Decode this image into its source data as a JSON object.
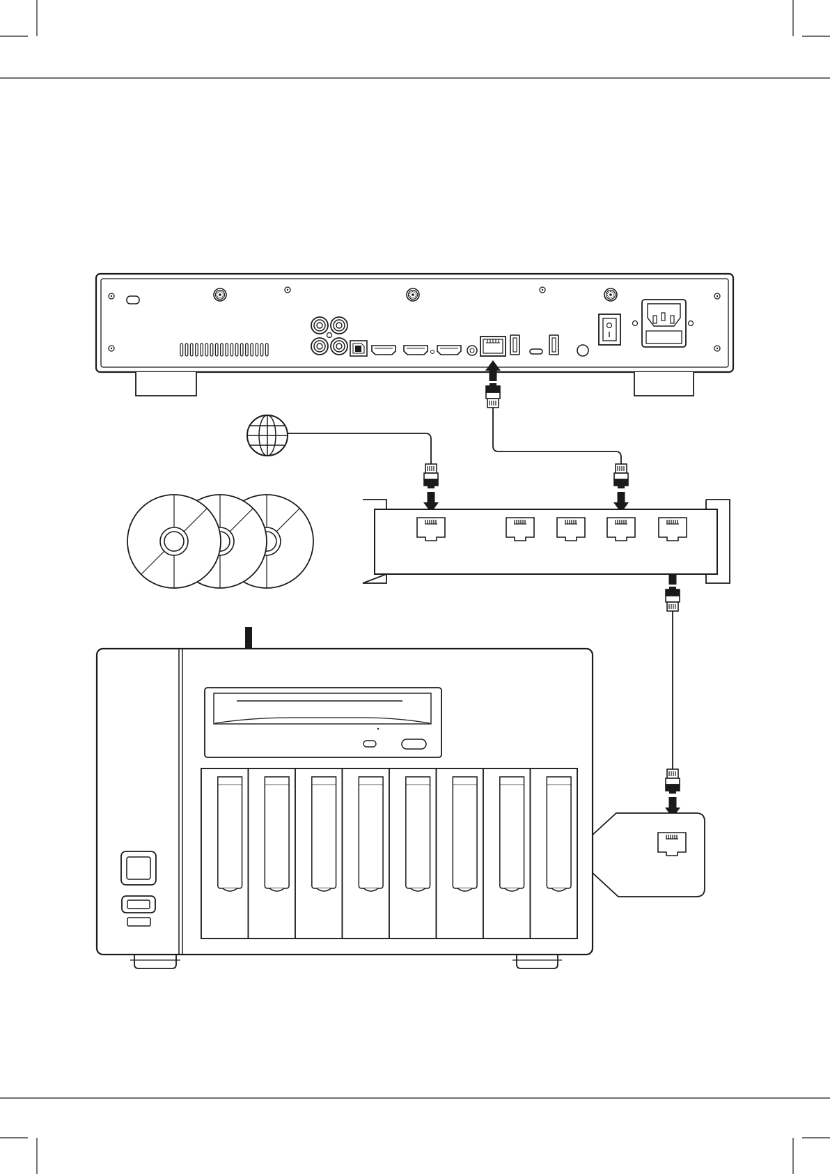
{
  "page": {
    "background": "#ffffff",
    "ink": "#1a1a1a"
  },
  "diagram": {
    "kind": "network-connection-illustration",
    "nodes": [
      {
        "id": "media-player",
        "icon": "rear-panel-device-icon",
        "ports": [
          "rca-audio-outputs",
          "optical-output",
          "hdmi-ports",
          "ethernet-port",
          "usb-ports",
          "usb-c-port",
          "power-switch",
          "iec-power-inlet"
        ]
      },
      {
        "id": "internet",
        "icon": "globe-icon"
      },
      {
        "id": "network-switch",
        "icon": "switch-icon",
        "port_count": 5
      },
      {
        "id": "optical-discs",
        "icon": "disc-icon",
        "count": 3
      },
      {
        "id": "nas-server",
        "icon": "nas-icon",
        "drive_bays": 8,
        "has_optical_drive": true,
        "rear_port_callout": "ethernet-port"
      }
    ],
    "connections": [
      {
        "from": "internet",
        "to": "network-switch",
        "cable": "ethernet"
      },
      {
        "from": "network-switch",
        "to": "media-player",
        "cable": "ethernet"
      },
      {
        "from": "network-switch",
        "to": "nas-server",
        "cable": "ethernet"
      },
      {
        "from": "optical-discs",
        "to": "nas-server",
        "via": "disc-tray"
      }
    ]
  }
}
